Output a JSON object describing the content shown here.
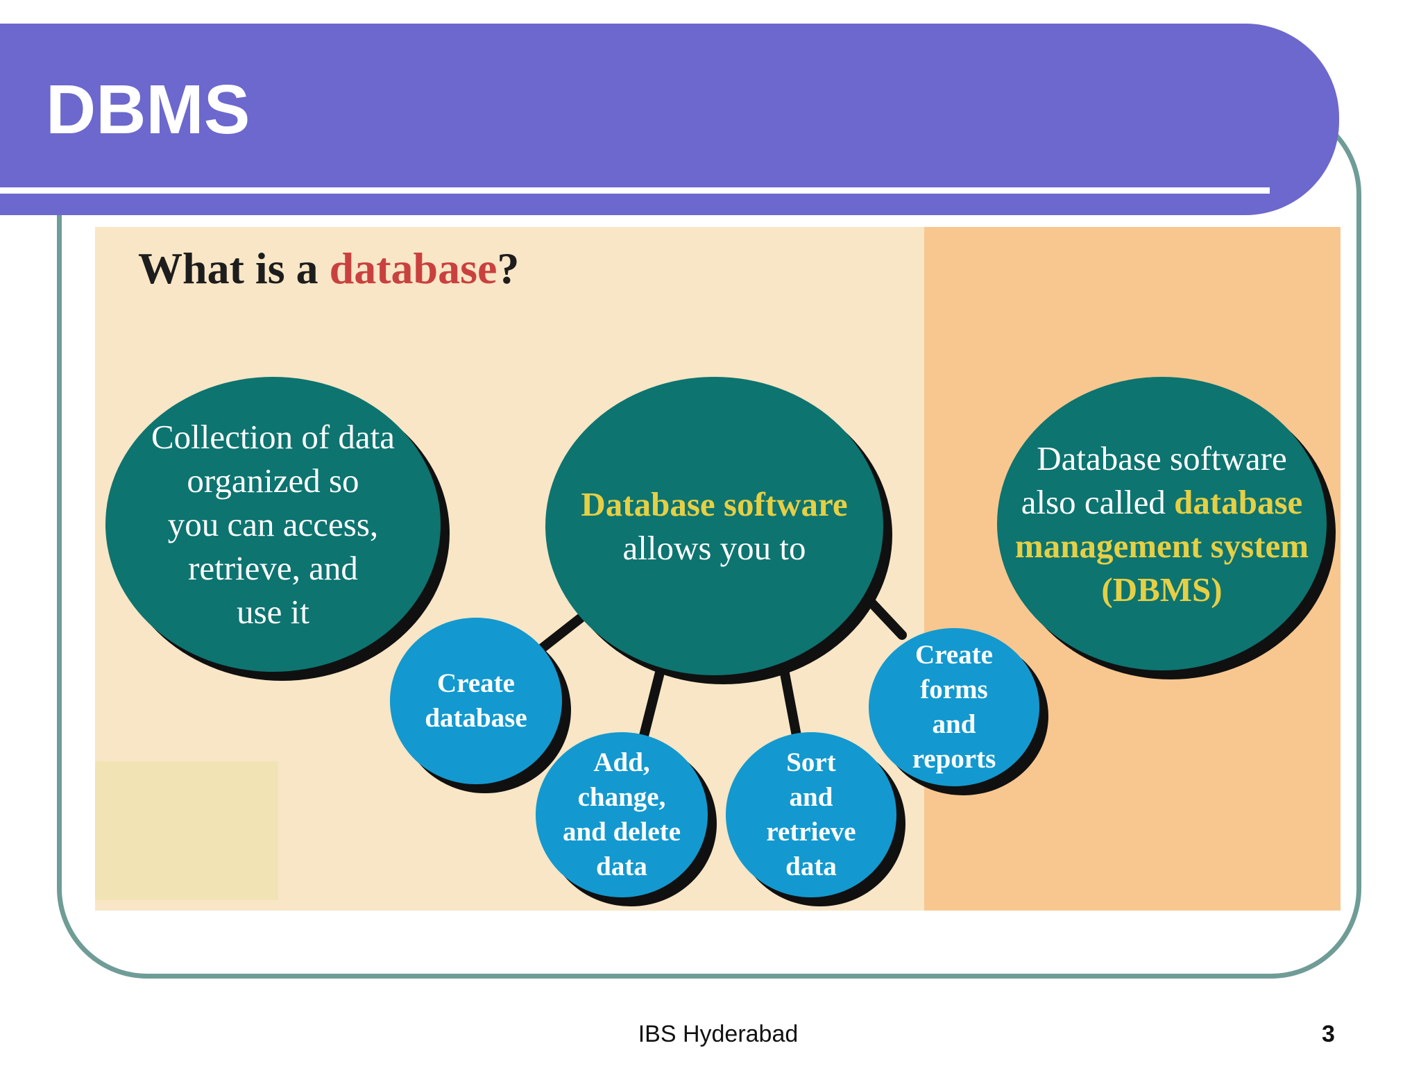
{
  "slide": {
    "title": "DBMS",
    "footer": "IBS Hyderabad",
    "page_number": "3"
  },
  "diagram": {
    "heading": {
      "prefix": "What is a ",
      "accent": "database",
      "suffix": "?"
    },
    "definition": [
      "Collection of data",
      "organized so",
      "you can access,",
      "retrieve, and",
      "use it"
    ],
    "center": {
      "highlight": "Database software",
      "line2": "allows you to"
    },
    "dbms": {
      "line1": "Database software",
      "line2_plain": "also called ",
      "line2_highlight": "database",
      "line3": "management system",
      "line4": "(DBMS)"
    },
    "functions": [
      {
        "lines": [
          "Create",
          "database"
        ]
      },
      {
        "lines": [
          "Add,",
          "change,",
          "and delete",
          "data"
        ]
      },
      {
        "lines": [
          "Sort",
          "and",
          "retrieve",
          "data"
        ]
      },
      {
        "lines": [
          "Create",
          "forms",
          "and",
          "reports"
        ]
      }
    ]
  },
  "colors": {
    "title_bar": "#6c68ce",
    "frame": "#6f9c97",
    "panel_left": "#f8e6c6",
    "panel_right": "#f8c78f",
    "big_circle": "#0d7470",
    "small_circle": "#1399cf",
    "highlight_text": "#e6cf45",
    "accent_text": "#c9413f"
  }
}
